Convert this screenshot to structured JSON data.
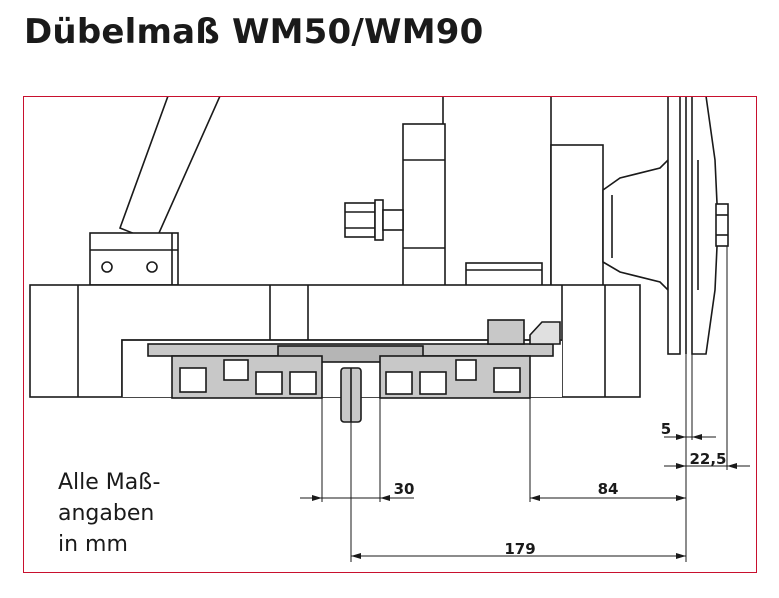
{
  "title": "Dübelmaß WM50/WM90",
  "note": {
    "line1": "Alle Maß-",
    "line2": "angaben",
    "line3": "in mm"
  },
  "dimensions": {
    "d5": "5",
    "d22_5": "22,5",
    "d30": "30",
    "d84": "84",
    "d179": "179"
  },
  "colors": {
    "frame": "#c8102e",
    "line": "#1a1a1a",
    "fill_gray": "#c8c8c8",
    "fill_gray_dark": "#b5b5b5"
  }
}
